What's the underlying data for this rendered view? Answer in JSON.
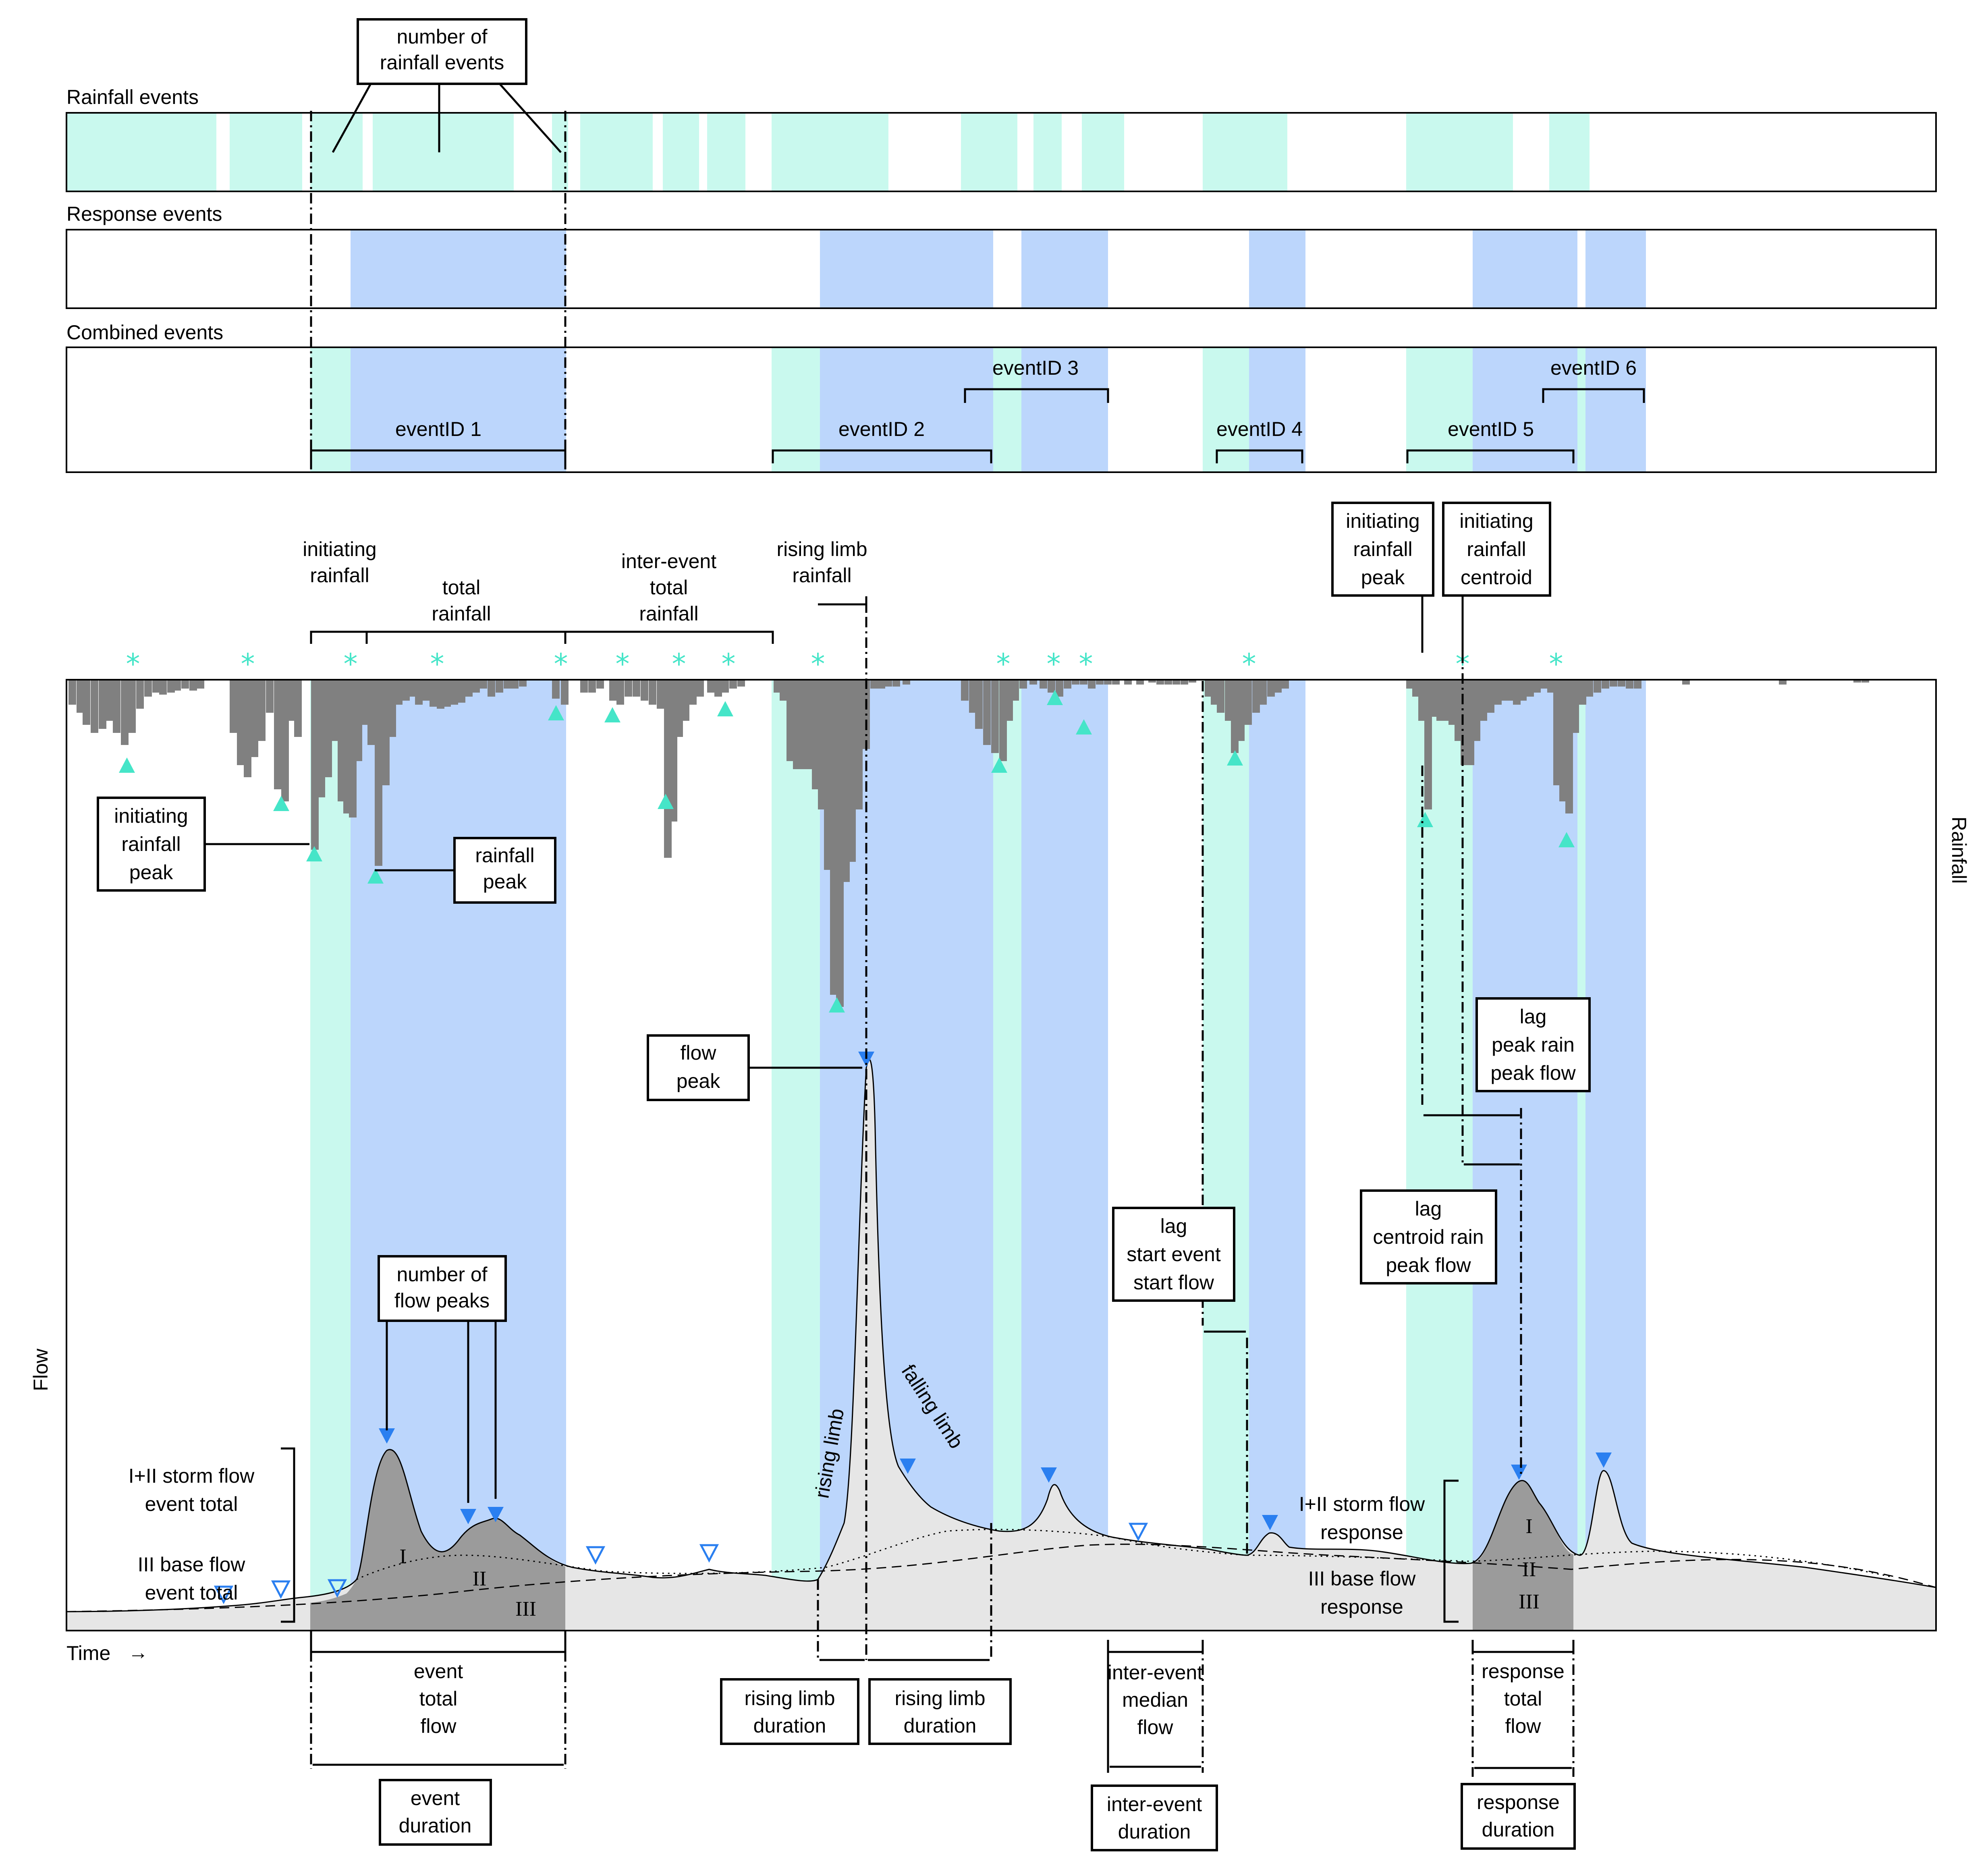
{
  "colors": {
    "rainfall_event": "#c9f9ee",
    "response_event": "#bcd6fc",
    "rain_bar": "#808080",
    "flow_fill": "#e6e6e6",
    "storm_fill": "#9b9b9b",
    "peak_marker": "#2a7ff0",
    "rain_marker": "#45e5c8"
  },
  "icons": {
    "rain_centroid": "asterisk-icon",
    "rain_peak": "triangle-up-icon",
    "flow_peak": "triangle-down-filled-icon",
    "minor_flow_peak": "triangle-down-outline-icon"
  },
  "panels": {
    "rainfall": "Rainfall events",
    "response": "Response events",
    "combined": "Combined events"
  },
  "event_ids": [
    "eventID  1",
    "eventID  2",
    "eventID  3",
    "eventID  4",
    "eventID  5",
    "eventID  6"
  ],
  "axes": {
    "flow": "Flow",
    "rainfall": "Rainfall",
    "time": "Time",
    "time_arrow": "→"
  },
  "labels": {
    "num_rain_events": [
      "number of",
      "rainfall events"
    ],
    "initiating_rainfall": [
      "initiating",
      "rainfall"
    ],
    "total_rainfall": [
      "total",
      "rainfall"
    ],
    "inter_event_total_rainfall": [
      "inter-event",
      "total",
      "rainfall"
    ],
    "rising_limb_rainfall": [
      "rising limb",
      "rainfall"
    ],
    "initiating_rainfall_peak_top": [
      "initiating",
      "rainfall",
      "peak"
    ],
    "initiating_rainfall_centroid": [
      "initiating",
      "rainfall",
      "centroid"
    ],
    "initiating_rainfall_peak_left": [
      "initiating",
      "rainfall",
      "peak"
    ],
    "rainfall_peak": [
      "rainfall",
      "peak"
    ],
    "flow_peak": [
      "flow",
      "peak"
    ],
    "lag_peak": [
      "lag",
      "peak rain",
      "peak flow"
    ],
    "lag_centroid": [
      "lag",
      "centroid rain",
      "peak flow"
    ],
    "lag_start": [
      "lag",
      "start event",
      "start flow"
    ],
    "num_flow_peaks": [
      "number of",
      "flow peaks"
    ],
    "storm_event_total": [
      "I+II storm flow",
      "event total"
    ],
    "base_event_total": [
      "III base flow",
      "event total"
    ],
    "storm_response": "I+II storm flow",
    "storm_response_2": "response",
    "base_response": "III base flow",
    "base_response_2": "response",
    "rising_limb": "rising limb",
    "falling_limb": "falling limb",
    "event_total_flow": [
      "event",
      "total",
      "flow"
    ],
    "event_duration": [
      "event",
      "duration"
    ],
    "rising_limb_duration_1": [
      "rising limb",
      "duration"
    ],
    "rising_limb_duration_2": [
      "rising limb",
      "duration"
    ],
    "inter_event_median_flow": [
      "inter-event",
      "median",
      "flow"
    ],
    "inter_event_duration": [
      "inter-event",
      "duration"
    ],
    "response_total_flow": [
      "response",
      "total",
      "flow"
    ],
    "response_duration": [
      "response",
      "duration"
    ]
  },
  "roman": [
    "I",
    "II",
    "III"
  ]
}
